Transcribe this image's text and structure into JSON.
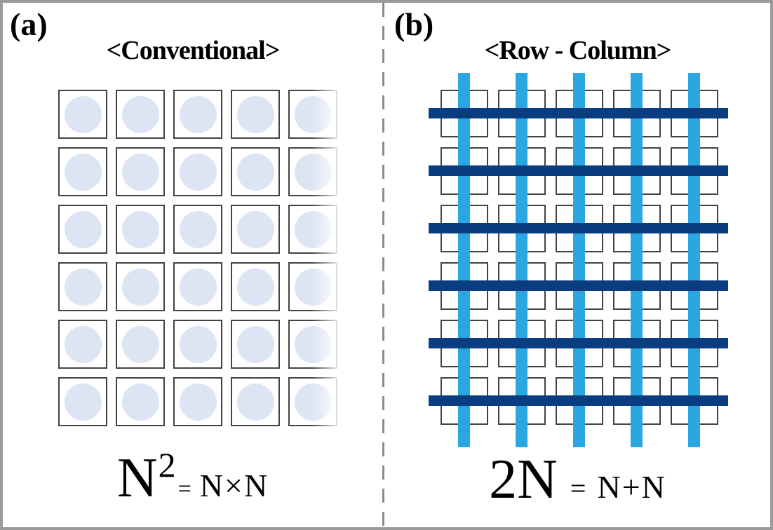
{
  "panel_a": {
    "label": "(a)",
    "title": "<Conventional>",
    "grid": {
      "rows": 6,
      "cols": 5
    },
    "formula": {
      "big": "N",
      "sup": "2",
      "eq": "=",
      "rhs": "N×N"
    }
  },
  "panel_b": {
    "label": "(b)",
    "title": "<Row - Column>",
    "grid": {
      "rows": 6,
      "cols": 5
    },
    "row_lines": 6,
    "column_lines": 5,
    "formula": {
      "big": "2N",
      "eq": "=",
      "rhs": "N+N"
    }
  },
  "colors": {
    "row_line": "#0a3c80",
    "column_line": "#2aa7e0",
    "cell_border": "#424242",
    "circle_fill": "#dde4f3",
    "divider": "#8a8a8a",
    "frame": "#9b9b9b",
    "text": "#000000"
  }
}
